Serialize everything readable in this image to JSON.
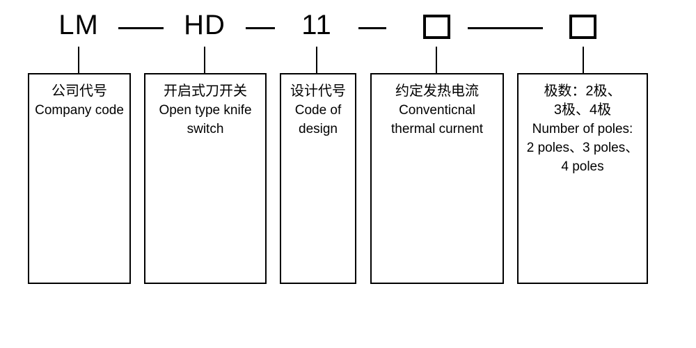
{
  "model_code": {
    "company_code": "LM",
    "type_code": "HD",
    "design_code": "11"
  },
  "legend_boxes": [
    {
      "zh_lines": [
        "公司代号"
      ],
      "en_lines": [
        "Company code"
      ]
    },
    {
      "zh_lines": [
        "开启式刀开关"
      ],
      "en_lines": [
        "Open type knife",
        "switch"
      ]
    },
    {
      "zh_lines": [
        "设计代号"
      ],
      "en_lines": [
        "Code of",
        "design"
      ]
    },
    {
      "zh_lines": [
        "约定发热电流"
      ],
      "en_lines": [
        "Conventicnal",
        "thermal curnent"
      ]
    },
    {
      "zh_lines": [
        "极数：2极、",
        "3极、4极"
      ],
      "en_lines": [
        "Number of poles:",
        "2 poles、3 poles、",
        "4 poles"
      ]
    }
  ],
  "colors": {
    "background": "#ffffff",
    "line": "#000000",
    "text": "#000000"
  }
}
